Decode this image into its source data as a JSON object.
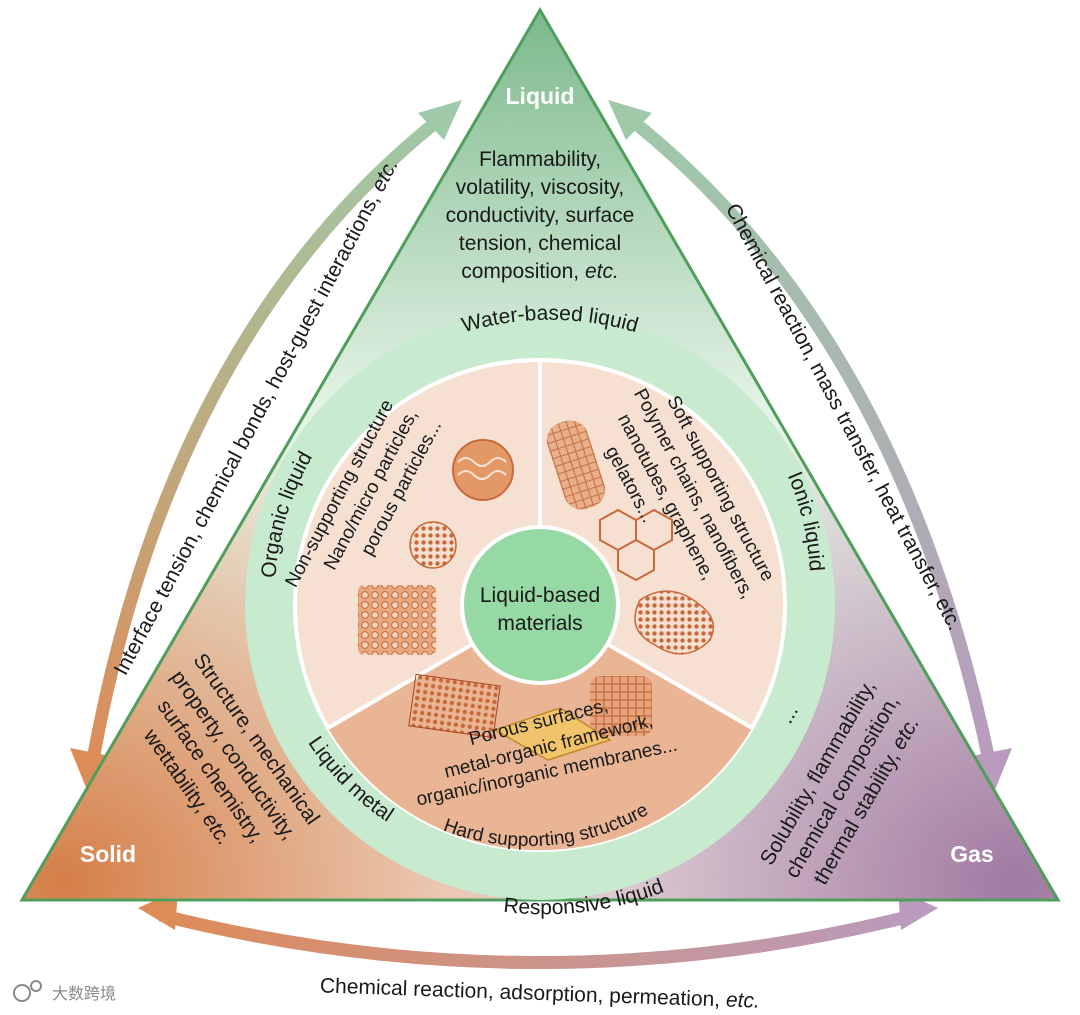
{
  "vertices": {
    "liquid": "Liquid",
    "solid": "Solid",
    "gas": "Gas"
  },
  "liquid_properties": [
    "Flammability,",
    "volatility, viscosity,",
    "conductivity, surface",
    "tension, chemical",
    "composition,",
    "etc."
  ],
  "solid_properties": [
    "Structure, mechanical",
    "property, conductivity,",
    "surface chemistry,",
    "wettability,",
    "etc."
  ],
  "gas_properties": [
    "Solubility, flammability,",
    "chemical composition,",
    "thermal stability,",
    "etc."
  ],
  "edges": {
    "left": "Interface tension, chemical bonds, host-guest interactions,",
    "left_etc": "etc.",
    "right": "Chemical reaction, mass transfer, heat transfer, etc.",
    "bottom": "Chemical reaction, adsorption, permeation,",
    "bottom_etc": "etc."
  },
  "ring_labels": {
    "top": "Water-based liquid",
    "left": "Organic liquid",
    "right": "Ionic liquid",
    "bottom_left": "Liquid metal",
    "bottom": "Responsive liquid",
    "ellipsis": "..."
  },
  "center": [
    "Liquid-based",
    "materials"
  ],
  "sectors": {
    "non_supporting": {
      "title": "Non-supporting structure",
      "lines": [
        "Nano/micro particles,",
        "porous particles..."
      ]
    },
    "soft_supporting": {
      "title": "Soft supporting structure",
      "lines": [
        "Polymer chains, nanofibers,",
        "nanotubes, graphene,",
        "gelators..."
      ]
    },
    "hard_supporting": {
      "title": "Hard supporting structure",
      "lines": [
        "Porous surfaces,",
        "metal-organic framework,",
        "organic/inorganic membranes..."
      ]
    }
  },
  "watermark": "大数跨境",
  "colors": {
    "liquid": "#7fbf8f",
    "solid": "#d98a54",
    "gas": "#a684a8",
    "triangle_edge": "#4f9e5c",
    "ring_green": "#c8ebcf",
    "sector_fill": "#f6e0d2",
    "hard_sector_fill": "#e9b595",
    "center_green": "#97d9a4"
  }
}
